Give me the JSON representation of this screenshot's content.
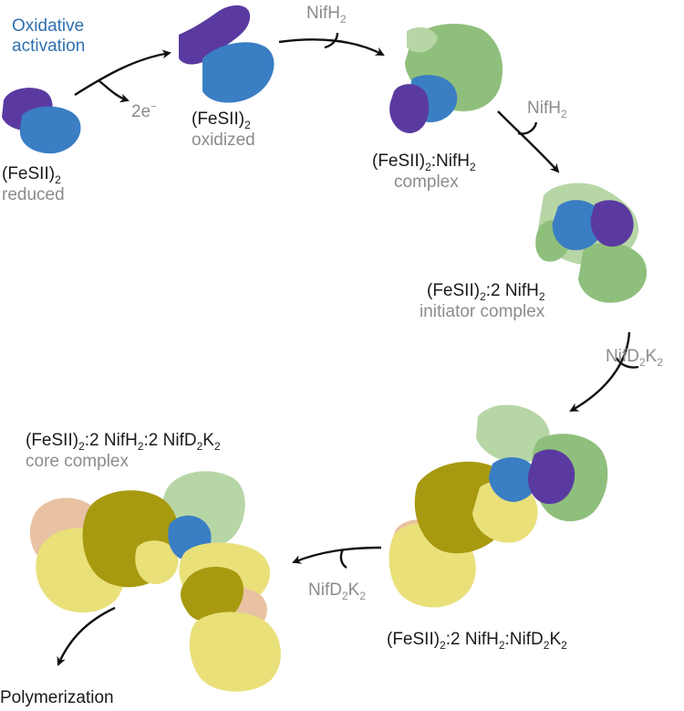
{
  "colors": {
    "fesii_purple": "#5a3aa0",
    "fesii_blue": "#3a7ec4",
    "nifh_green": "#8fbf7c",
    "nifh_light_green": "#b7d6a6",
    "nifd_olive": "#a89a10",
    "nifk_yellow": "#e9e07a",
    "peach": "#e8c2a2",
    "label_dark": "#1a1a1a",
    "label_gray": "#8c8c8c",
    "label_blue": "#2f6fb0",
    "arrow": "#111111"
  },
  "labels": {
    "oxidative_line1": "Oxidative",
    "oxidative_line2": "activation",
    "reduced_name": "(FeSII)",
    "reduced_sub": "2",
    "reduced_state": "reduced",
    "electrons_main": "2e",
    "electrons_sup": "−",
    "oxidized_name": "(FeSII)",
    "oxidized_sub": "2",
    "oxidized_state": "oxidized",
    "input1_main": "NifH",
    "input1_sub": "2",
    "complex1_a": "(FeSII)",
    "complex1_sub1": "2",
    "complex1_b": ":NifH",
    "complex1_sub2": "2",
    "complex1_state": "complex",
    "input2_main": "NifH",
    "input2_sub": "2",
    "initiator_a": "(FeSII)",
    "initiator_sub1": "2",
    "initiator_b": ":2 NifH",
    "initiator_sub2": "2",
    "initiator_state": "initiator complex",
    "input3_a": "NifD",
    "input3_sub1": "2",
    "input3_b": "K",
    "input3_sub2": "2",
    "intermediate_a": "(FeSII)",
    "intermediate_sub1": "2",
    "intermediate_b": ":2 NifH",
    "intermediate_sub2": "2",
    "intermediate_c": ":NifD",
    "intermediate_sub3": "2",
    "intermediate_d": "K",
    "intermediate_sub4": "2",
    "input4_a": "NifD",
    "input4_sub1": "2",
    "input4_b": "K",
    "input4_sub2": "2",
    "core_a": "(FeSII)",
    "core_sub1": "2",
    "core_b": ":2 NifH",
    "core_sub2": "2",
    "core_c": ":2 NifD",
    "core_sub3": "2",
    "core_d": "K",
    "core_sub4": "2",
    "core_state": "core complex",
    "polymerization": "Polymerization"
  }
}
